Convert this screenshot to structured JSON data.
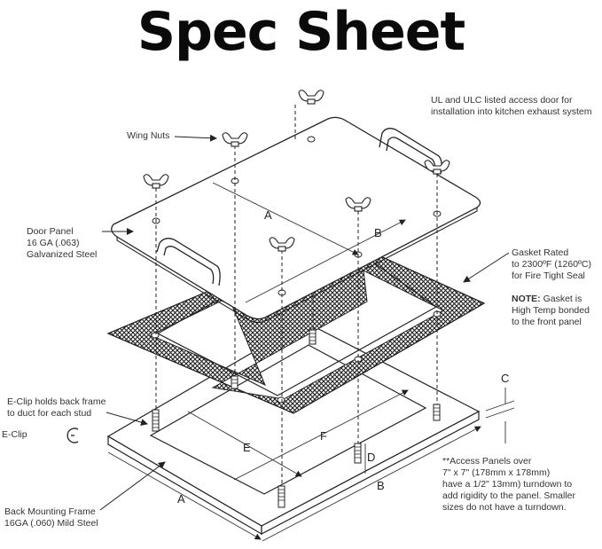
{
  "title": "Spec Sheet",
  "labels": {
    "ul_line1": "UL and ULC listed access door for",
    "ul_line2": "installation into kitchen exhaust system",
    "wing_nuts": "Wing Nuts",
    "door_panel_1": "Door Panel",
    "door_panel_2": "16 GA (.063)",
    "door_panel_3": "Galvanized Steel",
    "gasket_1": "Gasket Rated",
    "gasket_2": "to 2300ºF (1260ºC)",
    "gasket_3": "for Fire Tight Seal",
    "note_bold": "NOTE:",
    "note_1": " Gasket is",
    "note_2": "High Temp bonded",
    "note_3": "to the front panel",
    "eclip_holds_1": "E-Clip holds back frame",
    "eclip_holds_2": "to duct for each stud",
    "eclip": "E-Clip",
    "access_1": "**Access Panels over",
    "access_2": "7\" x 7\" (178mm x 178mm)",
    "access_3": "have a 1/2\" 13mm) turndown to",
    "access_4": "add rigidity to the panel. Smaller",
    "access_5": "sizes do not have a turndown.",
    "back_frame_1": "Back Mounting Frame",
    "back_frame_2": "16GA (.060) Mild Steel"
  },
  "dimensions": {
    "a_top": "A",
    "b_top": "B",
    "c": "C",
    "d": "D",
    "e": "E",
    "f": "F",
    "a_bottom": "A",
    "b_bottom": "B"
  },
  "colors": {
    "line": "#1a1a1a",
    "gasket": "#2a2a2a",
    "background": "#ffffff"
  }
}
